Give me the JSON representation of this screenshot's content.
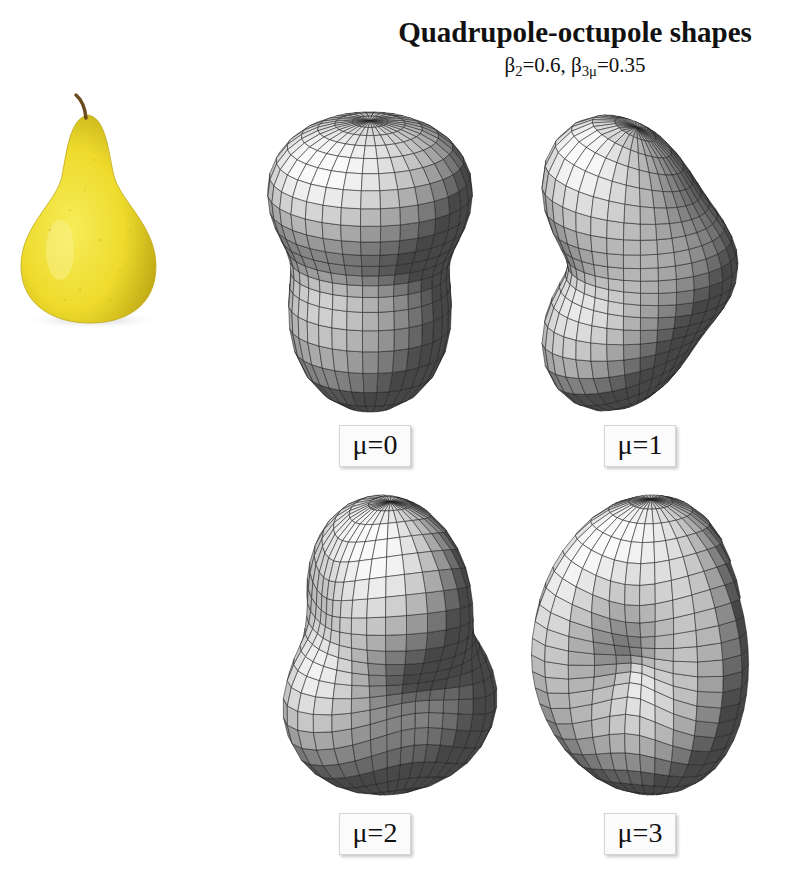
{
  "diagram": {
    "title": "Quadrupole-octupole shapes",
    "nodes": [
      {
        "text": [
          "μ=0"
        ]
      },
      {
        "text": [
          "μ=1"
        ]
      },
      {
        "text": [
          "μ=2"
        ]
      },
      {
        "text": [
          "μ=3"
        ]
      }
    ],
    "labels": [
      "β2=0.6, β3μ=0.35"
    ]
  }
}
